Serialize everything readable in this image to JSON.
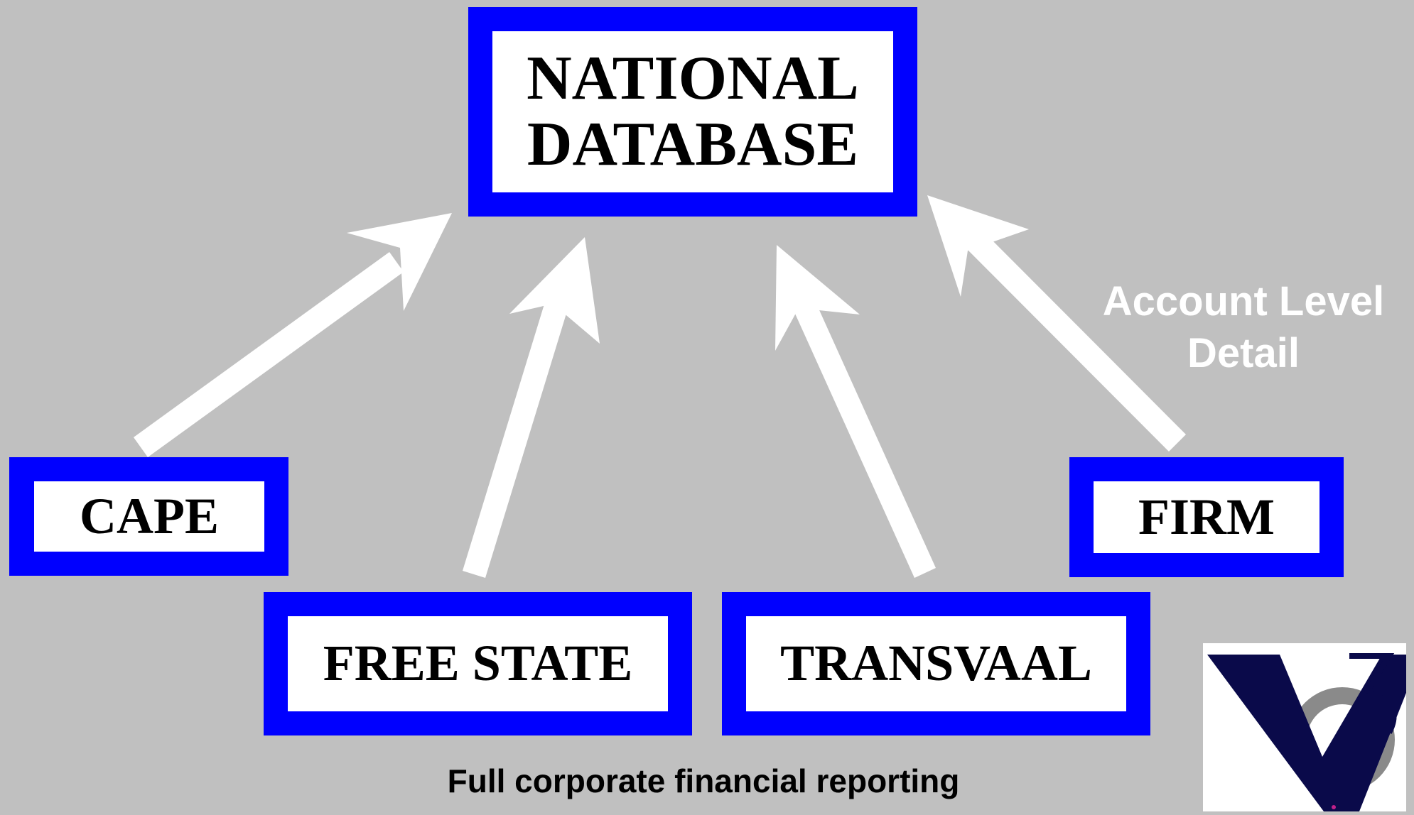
{
  "colors": {
    "background": "#c0c0c0",
    "box_border": "#0000ff",
    "box_fill": "#ffffff",
    "arrow": "#ffffff",
    "note": "#ffffff",
    "caption": "#000000",
    "logo_navy": "#0a0a4a",
    "logo_gray": "#888888"
  },
  "nodes": {
    "national": "NATIONAL\nDATABASE",
    "cape": "CAPE",
    "free_state": "FREE STATE",
    "transvaal": "TRANSVAAL",
    "firm": "FIRM"
  },
  "annotation": "Account Level\nDetail",
  "caption": "Full corporate financial reporting",
  "logo": {
    "icon": "v3-logo"
  },
  "edges": [
    {
      "from": "cape",
      "to": "national"
    },
    {
      "from": "free_state",
      "to": "national"
    },
    {
      "from": "transvaal",
      "to": "national"
    },
    {
      "from": "firm",
      "to": "national"
    }
  ]
}
